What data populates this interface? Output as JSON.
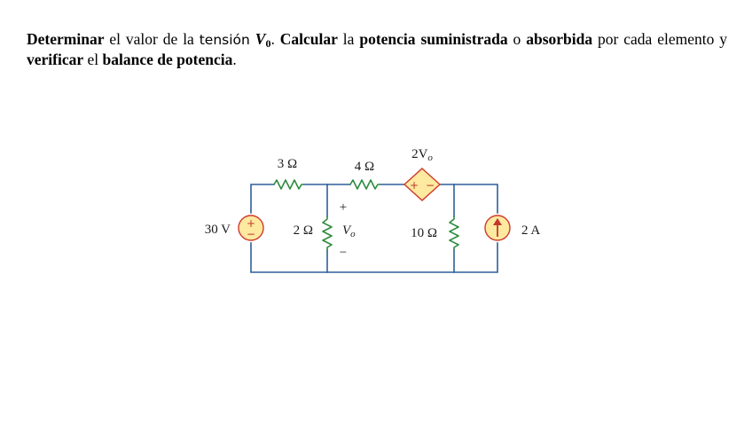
{
  "problem": {
    "w1": "Determinar",
    "t1": " el valor de la ",
    "t1b": "tensión",
    "t1c": " ",
    "w2_main": "V",
    "w2_sub": "0",
    "t2": ". ",
    "w3": "Calcular",
    "t3": " la ",
    "w4": "potencia suministrada",
    "t4": " o ",
    "w5": "absorbida",
    "t5": " por cada elemento y ",
    "w6": "verificar",
    "t6": " el ",
    "w7": "balance de potencia",
    "t7": "."
  },
  "circuit": {
    "source_voltage": "30 V",
    "r1": "3 Ω",
    "r2": "4 Ω",
    "r3": "2 Ω",
    "r4": "10 Ω",
    "dep_source": "2V",
    "dep_source_sub": "o",
    "current_source": "2 A",
    "vo_main": "V",
    "vo_sub": "o",
    "vo_plus": "+",
    "vo_minus": "−",
    "plus_sign": "+",
    "minus_sign": "−",
    "colors": {
      "wire": "#2e5f98",
      "resistor": "#2e8b3e",
      "source_fill": "#fde9a0",
      "source_stroke": "#d03a2a",
      "arrow": "#c0392b"
    }
  }
}
